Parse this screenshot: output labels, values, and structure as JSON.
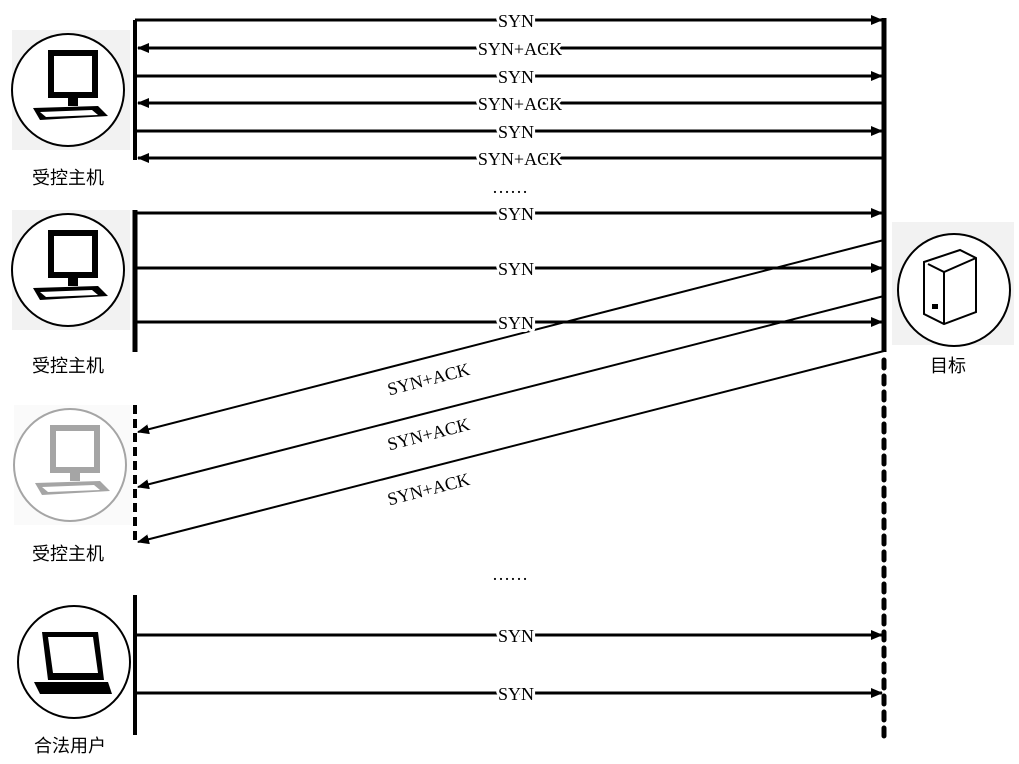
{
  "nodes": {
    "host1": "受控主机",
    "host2": "受控主机",
    "host3": "受控主机",
    "legit": "合法用户",
    "target": "目标"
  },
  "messages": {
    "syn": "SYN",
    "synack": "SYN+ACK",
    "ellipsis": "……"
  },
  "colors": {
    "line": "#000000",
    "icon_bg": "#f2f2f2"
  }
}
